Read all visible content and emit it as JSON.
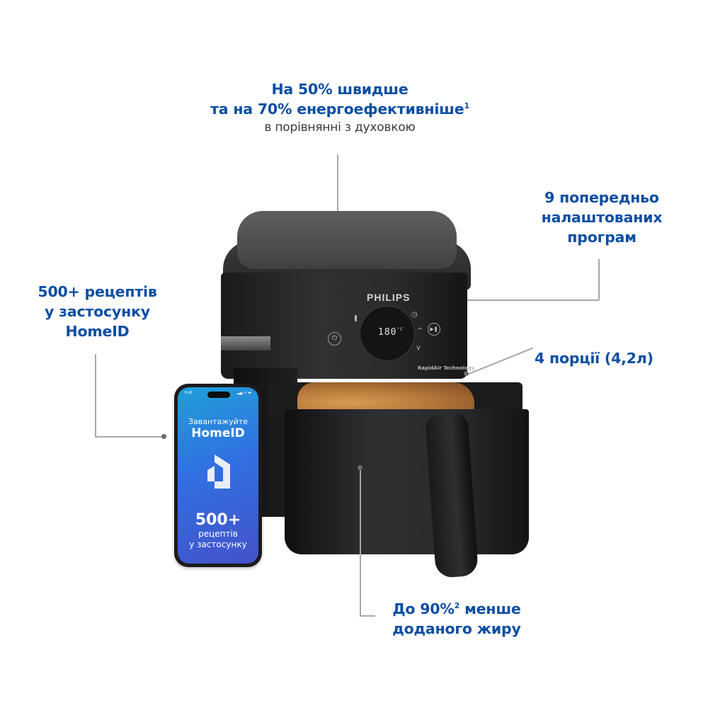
{
  "colors": {
    "accent_blue": "#0b4ea2",
    "subtext": "#3a3a3a",
    "leader_line": "#a8a8a8",
    "background": "#ffffff"
  },
  "callouts": {
    "top": {
      "line1": "На 50% швидше",
      "line2": "та на 70% енергоефективніше",
      "line2_sup": "1",
      "sub": "в порівнянні з духовкою"
    },
    "right_top": {
      "line1": "9 попередньо",
      "line2": "налаштованих",
      "line3": "програм"
    },
    "left": {
      "line1": "500+ рецептів",
      "line2": "у застосунку",
      "line3": "HomeID"
    },
    "right_mid": {
      "line1": "4 порції (4,2л)"
    },
    "bottom": {
      "line1_a": "До 90%",
      "line1_sup": "2",
      "line1_b": " менше",
      "line2": "доданого жиру"
    }
  },
  "product": {
    "brand": "PHILIPS",
    "display_temp": "180",
    "display_unit": "°C",
    "badge": "RapidAir Technology",
    "icons": [
      "power-icon",
      "thermometer-icon",
      "timer-icon",
      "up-arrow-icon",
      "down-arrow-icon",
      "start-pause-icon",
      "preset-icons"
    ],
    "power_glyph": "⏻",
    "play_glyph": "▶❚",
    "up_glyph": "^",
    "down_glyph": "v",
    "timer_glyph": "◷",
    "therm_glyph": "🌡"
  },
  "phone": {
    "time": "9:41",
    "status_icons": "▂▄ ᯤ ▬",
    "download_label": "Завантажуйте",
    "app_name": "HomeID",
    "count": "500+",
    "recipes_line1": "рецептів",
    "recipes_line2": "у застосунку"
  }
}
